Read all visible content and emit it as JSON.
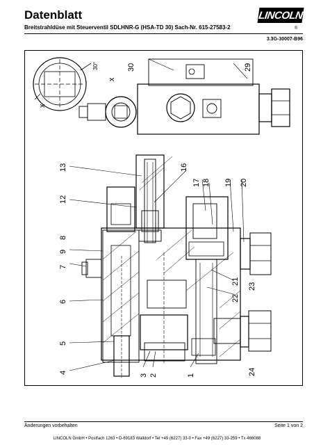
{
  "header": {
    "title": "Datenblatt",
    "subtitle": "Breitstrahldüse mit Steuerventil SDLHNR-G (HSA-TD 30) Sach-Nr. 615-27583-2",
    "logo": "LINCOLN",
    "logo_mark": "®",
    "doc_number": "3.3G-30007-B96"
  },
  "drawing": {
    "labels_top": [
      "30",
      "29",
      "x",
      "x",
      "30°"
    ],
    "part_numbers": [
      "13",
      "16",
      "12",
      "17",
      "18",
      "19",
      "20",
      "9",
      "8",
      "7",
      "6",
      "5",
      "4",
      "3",
      "2",
      "1",
      "21",
      "22",
      "23",
      "24"
    ]
  },
  "footer": {
    "left": "Änderungen vorbehalten",
    "right": "Seite 1 von 2",
    "company": "LINCOLN GmbH • Postfach 1263 • D-69183 Walldorf • Tel +49 (6227) 33-0 • Fax +49 (6227) 33-259 • Tx 466088"
  }
}
